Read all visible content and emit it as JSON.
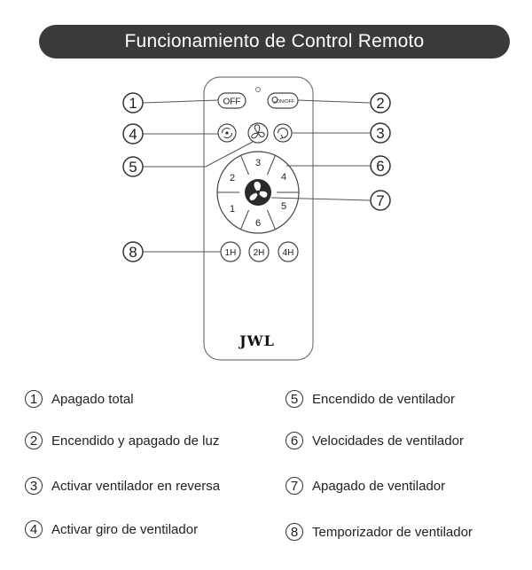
{
  "title": "Funcionamiento de Control Remoto",
  "remote": {
    "buttons": {
      "off": "OFF",
      "light_onoff": "ON/OFF",
      "speed_1": "1",
      "speed_2": "2",
      "speed_3": "3",
      "speed_4": "4",
      "speed_5": "5",
      "speed_6": "6",
      "timer_1h": "1H",
      "timer_2h": "2H",
      "timer_4h": "4H"
    },
    "brand": "JWL"
  },
  "callouts": [
    "1",
    "2",
    "3",
    "4",
    "5",
    "6",
    "7",
    "8"
  ],
  "legend": [
    {
      "num": "1",
      "text": "Apagado total"
    },
    {
      "num": "2",
      "text": "Encendido y apagado de luz"
    },
    {
      "num": "3",
      "text": "Activar ventilador en reversa"
    },
    {
      "num": "4",
      "text": "Activar giro de ventilador"
    },
    {
      "num": "5",
      "text": "Encendido de ventilador"
    },
    {
      "num": "6",
      "text": "Velocidades de ventilador"
    },
    {
      "num": "7",
      "text": "Apagado de ventilador"
    },
    {
      "num": "8",
      "text": "Temporizador de ventilador"
    }
  ]
}
